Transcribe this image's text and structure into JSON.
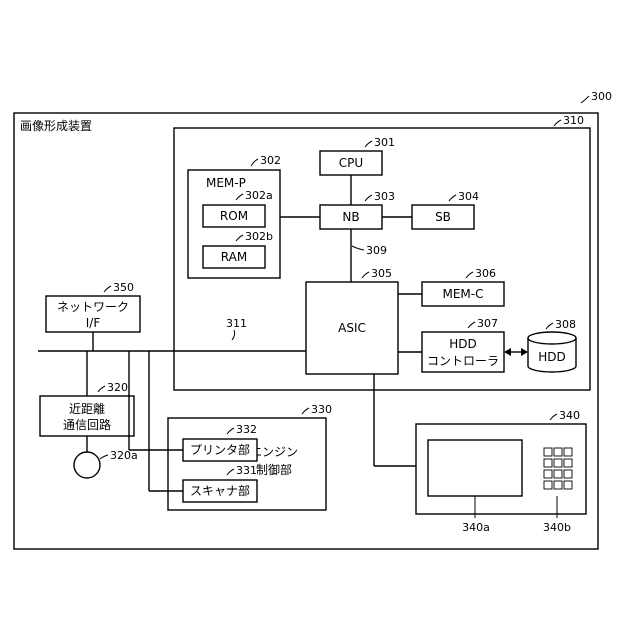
{
  "title": "画像形成装置",
  "refs": {
    "device": "300",
    "board": "310",
    "cpu": "301",
    "mem_p": "302",
    "rom": "302a",
    "ram": "302b",
    "nb": "303",
    "sb": "304",
    "asic": "305",
    "mem_c": "306",
    "hdd_ctrl": "307",
    "hdd": "308",
    "bus_309": "309",
    "bus_311": "311",
    "network": "350",
    "nfc": "320",
    "nfc_antenna": "320a",
    "engine": "330",
    "scanner": "331",
    "printer": "332",
    "panel": "340",
    "display": "340a",
    "keys": "340b"
  },
  "labels": {
    "cpu": "CPU",
    "mem_p": "MEM-P",
    "rom": "ROM",
    "ram": "RAM",
    "nb": "NB",
    "sb": "SB",
    "asic": "ASIC",
    "mem_c": "MEM-C",
    "hdd_ctrl_line1": "HDD",
    "hdd_ctrl_line2": "コントローラ",
    "hdd": "HDD",
    "network_line1": "ネットワーク",
    "network_line2": "I/F",
    "nfc_line1": "近距離",
    "nfc_line2": "通信回路",
    "engine_line1": "エンジン",
    "engine_line2": "制御部",
    "printer": "プリンタ部",
    "scanner": "スキャナ部"
  }
}
